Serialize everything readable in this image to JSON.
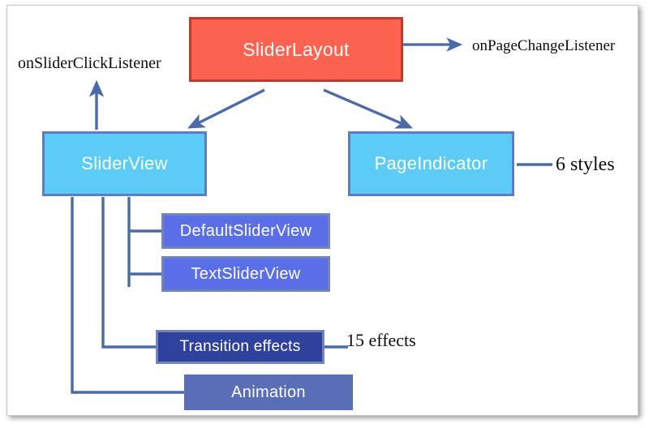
{
  "diagram": {
    "title": "SliderLayout Architecture Diagram",
    "type": "block-diagram",
    "accent_colors": {
      "root": "#fb6250",
      "root_border": "#c0392b",
      "primary": "#5cccf7",
      "primary_border": "#5c7ec0",
      "secondary": "#5a6ee8",
      "secondary_border": "#7384b8",
      "dark": "#2e419c",
      "muted": "#5a6eb8",
      "connector": "#4a6aa8",
      "frame": "#c9c9c9",
      "background": "#ffffff",
      "label_text": "#0d0d0d",
      "node_text": "#ffffff"
    },
    "nodes": {
      "slider_layout": "SliderLayout",
      "slider_view": "SliderView",
      "page_indicator": "PageIndicator",
      "default_slider_view": "DefaultSliderView",
      "text_slider_view": "TextSliderView",
      "transition_effects": "Transition effects",
      "animation": "Animation"
    },
    "labels": {
      "on_slider_click_listener": "onSliderClickListener",
      "on_page_change_listener": "onPageChangeListener",
      "six_styles": "6 styles",
      "fifteen_effects": "15 effects"
    },
    "edges": [
      {
        "from": "slider_layout",
        "to": "on_page_change_listener",
        "style": "arrow-right"
      },
      {
        "from": "slider_layout",
        "to": "slider_view",
        "style": "arrow-diagonal-down-left"
      },
      {
        "from": "slider_layout",
        "to": "page_indicator",
        "style": "arrow-diagonal-down-right"
      },
      {
        "from": "slider_view",
        "to": "on_slider_click_listener",
        "style": "arrow-up"
      },
      {
        "from": "page_indicator",
        "to": "six_styles",
        "style": "line-right"
      },
      {
        "from": "slider_view",
        "to": "default_slider_view",
        "style": "elbow-down-right"
      },
      {
        "from": "slider_view",
        "to": "text_slider_view",
        "style": "elbow-down-right"
      },
      {
        "from": "slider_view",
        "to": "transition_effects",
        "style": "elbow-down-right"
      },
      {
        "from": "slider_view",
        "to": "animation",
        "style": "elbow-down-right"
      },
      {
        "from": "transition_effects",
        "to": "fifteen_effects",
        "style": "line-right"
      }
    ]
  }
}
